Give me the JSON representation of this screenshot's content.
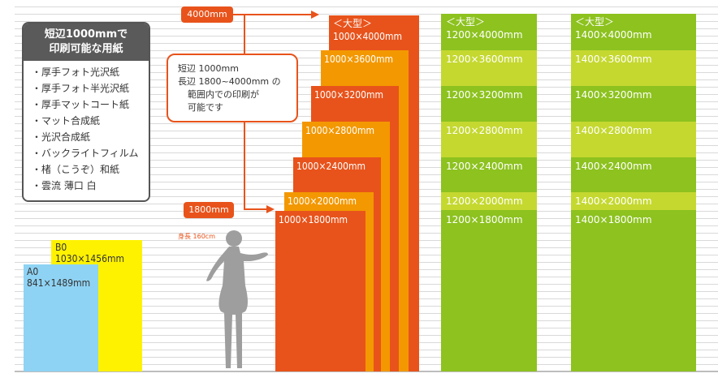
{
  "colors": {
    "a_series": "#8fd3f4",
    "b_series": "#fff200",
    "orange_dark": "#e8531b",
    "orange_light": "#f39800",
    "green": "#8dc21f",
    "green_light": "#c5d830",
    "gray_box": "#5a5a5a",
    "figure": "#9e9e9e"
  },
  "paper_box": {
    "title_line1": "短辺1000mmで",
    "title_line2": "印刷可能な用紙",
    "items": [
      "・厚手フォト光沢紙",
      "・厚手フォト半光沢紙",
      "・厚手マットコート紙",
      "・マット合成紙",
      "・光沢合成紙",
      "・バックライトフィルム",
      "・楮（こうぞ）和紙",
      "・雲流 薄口 白"
    ]
  },
  "tags": {
    "top": "4000mm",
    "bottom": "1800mm"
  },
  "callout": {
    "line1": "短辺 1000mm",
    "line2": "長辺 1800~4000mm の",
    "line3": "範囲内での印刷が",
    "line4": "可能です"
  },
  "figure": {
    "height_label": "身長 160cm"
  },
  "standard_sizes": [
    {
      "name": "B0",
      "size": "1030×1456mm"
    },
    {
      "name": "A0",
      "size": "841×1489mm"
    }
  ],
  "orange_sizes": [
    {
      "head": "＜大型＞",
      "size": "1000×4000mm"
    },
    {
      "size": "1000×3600mm"
    },
    {
      "size": "1000×3200mm"
    },
    {
      "size": "1000×2800mm"
    },
    {
      "size": "1000×2400mm"
    },
    {
      "size": "1000×2000mm"
    },
    {
      "size": "1000×1800mm"
    }
  ],
  "green_1200": {
    "head": "＜大型＞",
    "sizes": [
      "1200×4000mm",
      "1200×3600mm",
      "1200×3200mm",
      "1200×2800mm",
      "1200×2400mm",
      "1200×2000mm",
      "1200×1800mm"
    ]
  },
  "green_1400": {
    "head": "＜大型＞",
    "sizes": [
      "1400×4000mm",
      "1400×3600mm",
      "1400×3200mm",
      "1400×2800mm",
      "1400×2400mm",
      "1400×2000mm",
      "1400×1800mm"
    ]
  }
}
